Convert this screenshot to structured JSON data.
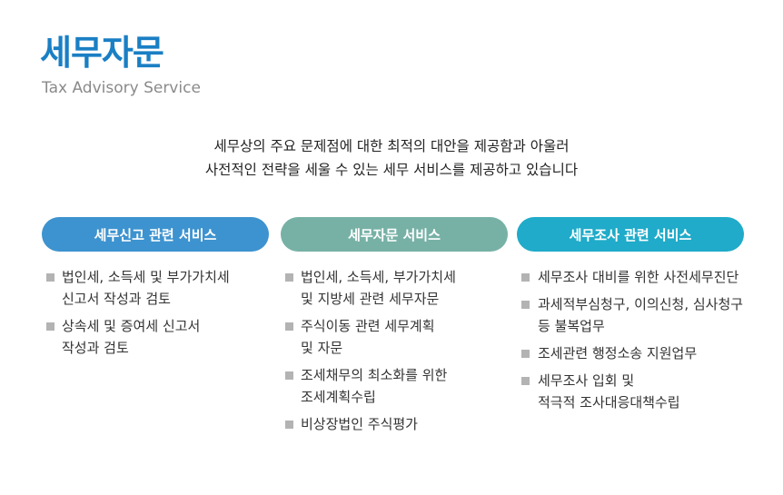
{
  "header": {
    "title": "세무자문",
    "subtitle": "Tax Advisory Service"
  },
  "intro": {
    "line1": "세무상의 주요 문제점에 대한 최적의 대안을 제공함과 아울러",
    "line2": "사전적인 전략을 세울 수 있는 세무 서비스를 제공하고 있습니다"
  },
  "columns": [
    {
      "title": "세무신고 관련 서비스",
      "color": "#3d93cf",
      "items": [
        {
          "lines": [
            "법인세, 소득세 및 부가가치세",
            "신고서 작성과 검토"
          ]
        },
        {
          "lines": [
            "상속세 및 증여세 신고서",
            "작성과 검토"
          ]
        }
      ]
    },
    {
      "title": "세무자문 서비스",
      "color": "#77b1a6",
      "items": [
        {
          "lines": [
            "법인세, 소득세, 부가가치세",
            "및 지방세 관련 세무자문"
          ]
        },
        {
          "lines": [
            "주식이동 관련 세무계획",
            "및 자문"
          ]
        },
        {
          "lines": [
            "조세채무의 최소화를 위한",
            "조세계획수립"
          ]
        },
        {
          "lines": [
            "비상장법인 주식평가"
          ]
        }
      ]
    },
    {
      "title": "세무조사 관련 서비스",
      "color": "#1fabc9",
      "items": [
        {
          "lines": [
            "세무조사 대비를 위한 사전세무진단"
          ]
        },
        {
          "lines": [
            "과세적부심청구, 이의신청, 심사청구",
            "등 불복업무"
          ]
        },
        {
          "lines": [
            "조세관련 행정소송 지원업무"
          ]
        },
        {
          "lines": [
            "세무조사 입회 및",
            "적극적 조사대응대책수립"
          ]
        }
      ]
    }
  ]
}
